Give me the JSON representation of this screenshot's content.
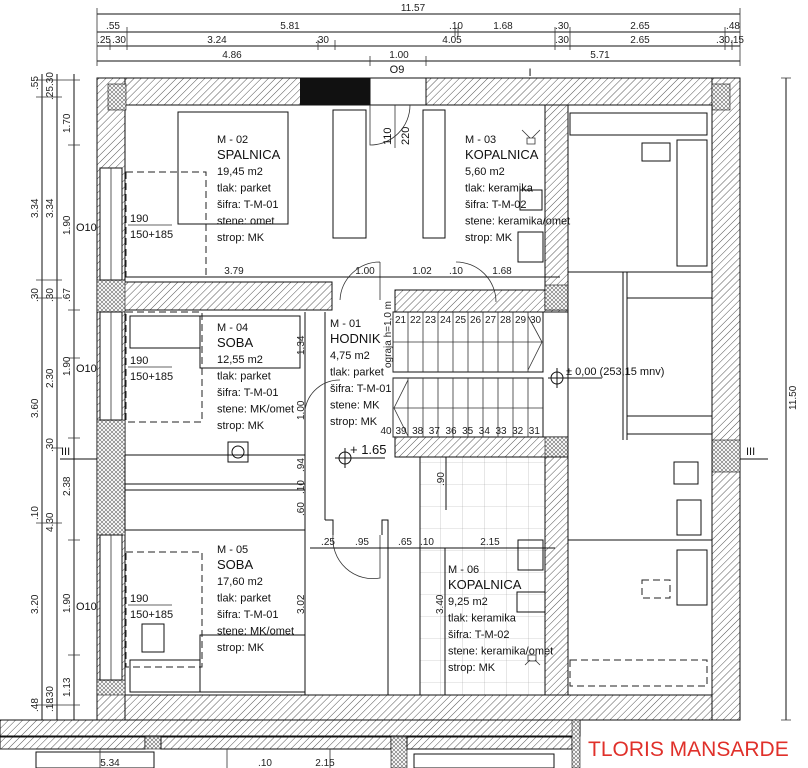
{
  "title": "TLORIS MANSARDE",
  "colors": {
    "title": "#e0302a",
    "lines": "#111111"
  },
  "top_dims": {
    "total": "11.57",
    "row2": [
      ".55",
      "5.81",
      ".10",
      "1.68",
      ".30",
      "2.65",
      ".48"
    ],
    "row3": [
      ".25",
      ".30",
      "3.24",
      ".30",
      "4.05",
      ".30",
      "2.65",
      ".30",
      ".15"
    ],
    "row4": [
      "4.86",
      "1.00",
      "5.71"
    ]
  },
  "left_dims": {
    "col1": [
      ".55",
      "3.34",
      ".30",
      "3.60",
      ".10",
      "3.20",
      ".48"
    ],
    "col2": [
      ".30",
      ".25",
      "3.34",
      ".30",
      "2.30",
      ".30",
      "4.30",
      ".18",
      ".30"
    ],
    "col3": [
      "1.70",
      "1.90",
      ".67",
      "1.90",
      "2.38",
      "1.90",
      "1.13"
    ]
  },
  "right_dim": "11.50",
  "markers": {
    "window_top": "O9",
    "window_left": "O10",
    "section_i": "I",
    "section_iii": "III"
  },
  "door_top": {
    "width": "110",
    "height": "220"
  },
  "rooms": [
    {
      "code": "M - 02",
      "name": "SPALNICA",
      "area": "19,45 m2",
      "floor": "tlak: parket",
      "code2": "šifra: T-M-01",
      "walls": "stene: omet",
      "ceiling": "strop: MK"
    },
    {
      "code": "M - 03",
      "name": "KOPALNICA",
      "area": "5,60 m2",
      "floor": "tlak: keramika",
      "code2": "šifra: T-M-02",
      "walls": "stene: keramika/omet",
      "ceiling": "strop: MK"
    },
    {
      "code": "M - 04",
      "name": "SOBA",
      "area": "12,55 m2",
      "floor": "tlak: parket",
      "code2": "šifra: T-M-01",
      "walls": "stene: MK/omet",
      "ceiling": "strop: MK"
    },
    {
      "code": "M - 01",
      "name": "HODNIK",
      "area": "4,75 m2",
      "floor": "tlak: parket",
      "code2": "šifra: T-M-01",
      "walls": "stene: MK",
      "ceiling": "strop: MK"
    },
    {
      "code": "M - 05",
      "name": "SOBA",
      "area": "17,60 m2",
      "floor": "tlak: parket",
      "code2": "šifra: T-M-01",
      "walls": "stene: MK/omet",
      "ceiling": "strop: MK"
    },
    {
      "code": "M - 06",
      "name": "KOPALNICA",
      "area": "9,25 m2",
      "floor": "tlak: keramika",
      "code2": "šifra: T-M-02",
      "walls": "stene: keramika/omet",
      "ceiling": "strop: MK"
    }
  ],
  "windows": {
    "sill": "190",
    "size": "150+185"
  },
  "inner_dims": {
    "row_top": [
      "3.79",
      "1.00",
      "1.02",
      ".10",
      "1.68"
    ],
    "row_mid": [
      ".25",
      ".95",
      ".65",
      ".10",
      "2.15"
    ],
    "vertical": [
      "1.34",
      "1.00",
      ".94",
      ".10",
      ".60",
      "3.02",
      ".90",
      "3.40"
    ]
  },
  "stairs": {
    "top": [
      "21",
      "22",
      "23",
      "24",
      "25",
      "26",
      "27",
      "28",
      "29",
      "30"
    ],
    "bottom": [
      "40",
      "39",
      "38",
      "37",
      "36",
      "35",
      "34",
      "33",
      "32",
      "31"
    ],
    "railing": "ograja h=1,0 m"
  },
  "levels": {
    "hall": "+ 1.65",
    "base": "± 0,00 (253,15 mnv)"
  },
  "lower_dims": [
    "5.34",
    ".10",
    "2.15"
  ]
}
